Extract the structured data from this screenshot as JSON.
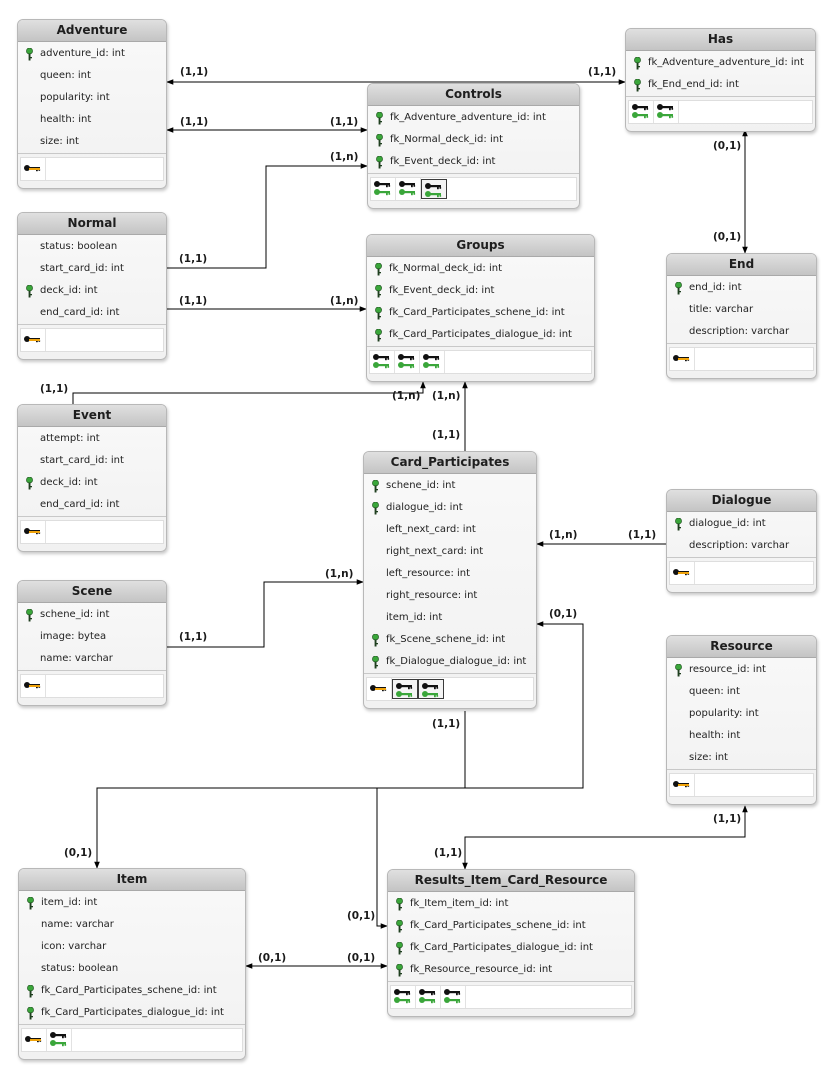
{
  "entities": {
    "adventure": {
      "title": "Adventure",
      "attributes": [
        {
          "text": "adventure_id: int",
          "pk": true
        },
        {
          "text": "queen: int",
          "pk": false
        },
        {
          "text": "popularity: int",
          "pk": false
        },
        {
          "text": "health: int",
          "pk": false
        },
        {
          "text": "size: int",
          "pk": false
        }
      ]
    },
    "has": {
      "title": "Has",
      "attributes": [
        {
          "text": "fk_Adventure_adventure_id: int",
          "pk": true
        },
        {
          "text": "fk_End_end_id: int",
          "pk": true
        }
      ]
    },
    "controls": {
      "title": "Controls",
      "attributes": [
        {
          "text": "fk_Adventure_adventure_id: int",
          "pk": true
        },
        {
          "text": "fk_Normal_deck_id: int",
          "pk": true
        },
        {
          "text": "fk_Event_deck_id: int",
          "pk": true
        }
      ]
    },
    "normal": {
      "title": "Normal",
      "attributes": [
        {
          "text": "status: boolean",
          "pk": false
        },
        {
          "text": "start_card_id: int",
          "pk": false
        },
        {
          "text": "deck_id: int",
          "pk": true
        },
        {
          "text": "end_card_id: int",
          "pk": false
        }
      ]
    },
    "groups": {
      "title": "Groups",
      "attributes": [
        {
          "text": "fk_Normal_deck_id: int",
          "pk": true
        },
        {
          "text": "fk_Event_deck_id: int",
          "pk": true
        },
        {
          "text": "fk_Card_Participates_schene_id: int",
          "pk": true
        },
        {
          "text": "fk_Card_Participates_dialogue_id: int",
          "pk": true
        }
      ]
    },
    "end": {
      "title": "End",
      "attributes": [
        {
          "text": "end_id: int",
          "pk": true
        },
        {
          "text": "title: varchar",
          "pk": false
        },
        {
          "text": "description: varchar",
          "pk": false
        }
      ]
    },
    "event": {
      "title": "Event",
      "attributes": [
        {
          "text": "attempt: int",
          "pk": false
        },
        {
          "text": "start_card_id: int",
          "pk": false
        },
        {
          "text": "deck_id: int",
          "pk": true
        },
        {
          "text": "end_card_id: int",
          "pk": false
        }
      ]
    },
    "card_participates": {
      "title": "Card_Participates",
      "attributes": [
        {
          "text": "schene_id: int",
          "pk": true
        },
        {
          "text": "dialogue_id: int",
          "pk": true
        },
        {
          "text": "left_next_card: int",
          "pk": false
        },
        {
          "text": "right_next_card: int",
          "pk": false
        },
        {
          "text": "left_resource: int",
          "pk": false
        },
        {
          "text": "right_resource: int",
          "pk": false
        },
        {
          "text": "item_id: int",
          "pk": false
        },
        {
          "text": "fk_Scene_schene_id: int",
          "pk": true
        },
        {
          "text": "fk_Dialogue_dialogue_id: int",
          "pk": true
        }
      ]
    },
    "dialogue": {
      "title": "Dialogue",
      "attributes": [
        {
          "text": "dialogue_id: int",
          "pk": true
        },
        {
          "text": "description: varchar",
          "pk": false
        }
      ]
    },
    "scene": {
      "title": "Scene",
      "attributes": [
        {
          "text": "schene_id: int",
          "pk": true
        },
        {
          "text": "image: bytea",
          "pk": false
        },
        {
          "text": "name: varchar",
          "pk": false
        }
      ]
    },
    "resource": {
      "title": "Resource",
      "attributes": [
        {
          "text": "resource_id: int",
          "pk": true
        },
        {
          "text": "queen: int",
          "pk": false
        },
        {
          "text": "popularity: int",
          "pk": false
        },
        {
          "text": "health: int",
          "pk": false
        },
        {
          "text": "size: int",
          "pk": false
        }
      ]
    },
    "item": {
      "title": "Item",
      "attributes": [
        {
          "text": "item_id: int",
          "pk": true
        },
        {
          "text": "name: varchar",
          "pk": false
        },
        {
          "text": "icon: varchar",
          "pk": false
        },
        {
          "text": "status: boolean",
          "pk": false
        },
        {
          "text": "fk_Card_Participates_schene_id: int",
          "pk": true
        },
        {
          "text": "fk_Card_Participates_dialogue_id: int",
          "pk": true
        }
      ]
    },
    "results_item_card_resource": {
      "title": "Results_Item_Card_Resource",
      "attributes": [
        {
          "text": "fk_Item_item_id: int",
          "pk": true
        },
        {
          "text": "fk_Card_Participates_schene_id: int",
          "pk": true
        },
        {
          "text": "fk_Card_Participates_dialogue_id: int",
          "pk": true
        },
        {
          "text": "fk_Resource_resource_id: int",
          "pk": true
        }
      ]
    }
  },
  "key_icons": {
    "adventure": [
      "primary-key-icon"
    ],
    "has": [
      "foreign-key-icon",
      "foreign-key-icon"
    ],
    "controls": [
      "foreign-key-icon",
      "foreign-key-icon",
      "foreign-key-icon-selected"
    ],
    "normal": [
      "primary-key-icon"
    ],
    "groups": [
      "foreign-key-icon",
      "foreign-key-icon",
      "foreign-key-icon"
    ],
    "end": [
      "primary-key-icon"
    ],
    "event": [
      "primary-key-icon"
    ],
    "card_participates": [
      "primary-key-icon",
      "foreign-key-icon-selected",
      "foreign-key-icon-selected"
    ],
    "dialogue": [
      "primary-key-icon"
    ],
    "scene": [
      "primary-key-icon"
    ],
    "resource": [
      "primary-key-icon"
    ],
    "item": [
      "primary-key-icon",
      "foreign-key-icon"
    ],
    "results_item_card_resource": [
      "foreign-key-icon",
      "foreign-key-icon",
      "foreign-key-icon"
    ]
  },
  "relationships": [
    {
      "id": "adventure-has",
      "labels": [
        "(1,1)",
        "(1,1)"
      ]
    },
    {
      "id": "adventure-controls",
      "labels": [
        "(1,1)",
        "(1,1)"
      ]
    },
    {
      "id": "normal-controls",
      "labels": [
        "(1,1)",
        "(1,n)"
      ]
    },
    {
      "id": "normal-groups",
      "labels": [
        "(1,1)",
        "(1,n)"
      ]
    },
    {
      "id": "has-end",
      "labels": [
        "(0,1)",
        "(0,1)"
      ]
    },
    {
      "id": "event-groups",
      "labels": [
        "(1,1)",
        "(1,n)"
      ]
    },
    {
      "id": "card-groups",
      "labels": [
        "(1,1)",
        "(1,n)"
      ]
    },
    {
      "id": "dialogue-card",
      "labels": [
        "(1,1)",
        "(1,n)"
      ]
    },
    {
      "id": "scene-card",
      "labels": [
        "(1,1)",
        "(1,n)"
      ]
    },
    {
      "id": "card-item-results",
      "labels": [
        "(1,1)",
        "(0,1)",
        "(0,1)",
        "(0,1)"
      ]
    },
    {
      "id": "resource-results",
      "labels": [
        "(1,1)",
        "(1,1)"
      ]
    },
    {
      "id": "item-results",
      "labels": [
        "(0,1)",
        "(0,1)"
      ]
    }
  ],
  "colors": {
    "line": "#000000",
    "pk_key": "#f0a30a",
    "fk_key": "#3aa63a",
    "key_dark": "#111111",
    "title_bg": "#cfcfcf"
  }
}
